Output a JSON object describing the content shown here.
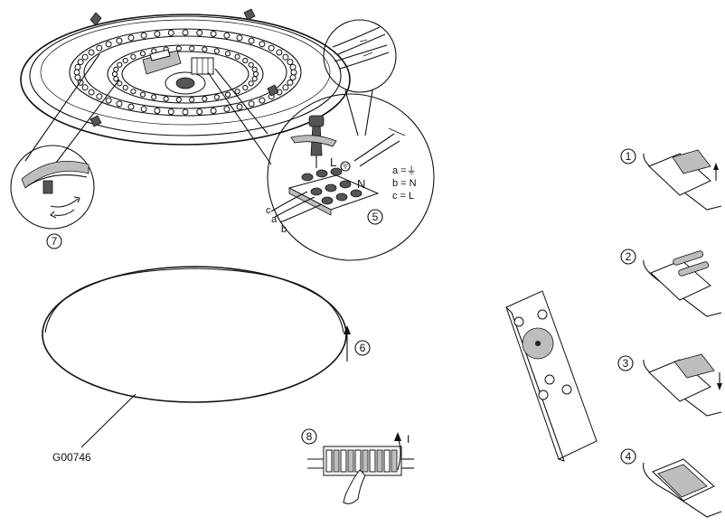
{
  "diagram_code": "G00746",
  "steps": {
    "s1": "1",
    "s2": "2",
    "s3": "3",
    "s4": "4",
    "s5": "5",
    "s6": "6",
    "s7": "7",
    "s8": "8"
  },
  "wiring": {
    "wire_a": "a",
    "wire_b": "b",
    "wire_c": "c",
    "legend_a": "a =⏚",
    "legend_b": "b = N",
    "legend_c": "c = L",
    "terminal_L": "L",
    "terminal_N": "N"
  },
  "step8_arrow_mark": "I"
}
